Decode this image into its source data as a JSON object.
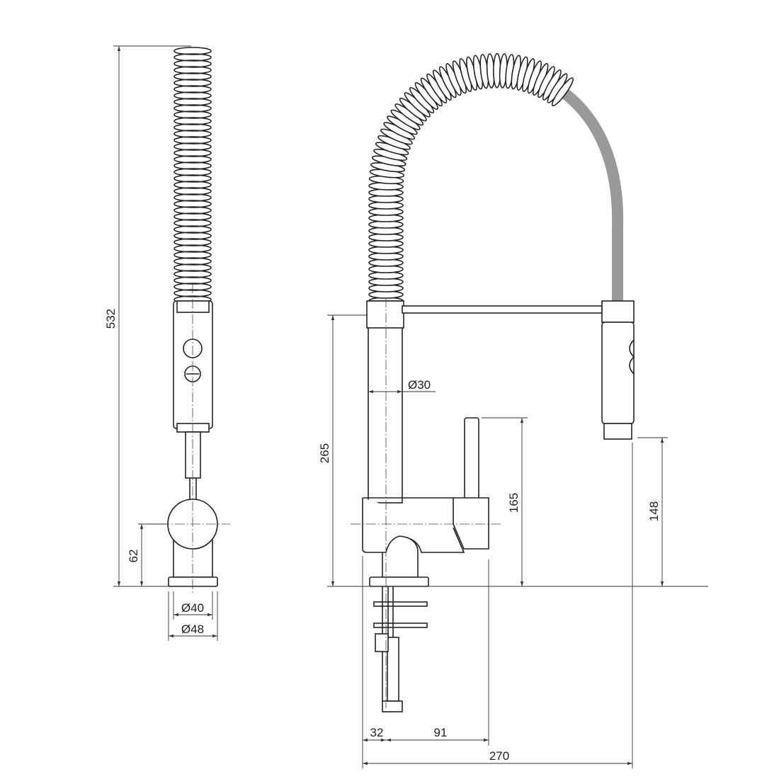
{
  "side_view": {
    "height_label": "532",
    "lever_height_label": "62",
    "inner_diameter_label": "Ø40",
    "outer_diameter_label": "Ø48"
  },
  "front_view": {
    "spout_height_label": "265",
    "column_diameter_label": "Ø30",
    "handle_height_label": "165",
    "spray_height_label": "148",
    "inlet_offset_label": "32",
    "handle_offset_label": "91",
    "reach_label": "270"
  },
  "colors": {
    "line": "#222222",
    "background": "#ffffff"
  }
}
